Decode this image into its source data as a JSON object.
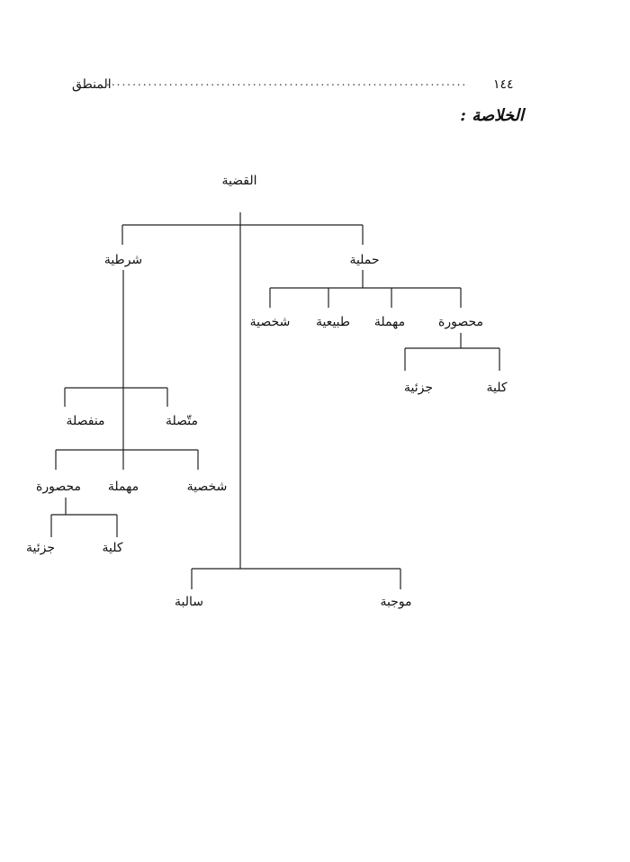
{
  "header": {
    "book_title": "المنطق",
    "page_number": "١٤٤",
    "leader": "....................................................................."
  },
  "section_title": "الخلاصة :",
  "tree": {
    "root": "القضية",
    "hamliya": "حملية",
    "hamliya_children": {
      "shakhsiya": "شخصية",
      "tabiiya": "طبيعية",
      "muhmala": "مهملة",
      "mahsura": "محصورة"
    },
    "hamliya_mahsura_children": {
      "juziya": "جزئية",
      "kulliya": "كلية"
    },
    "shartiya": "شرطية",
    "shartiya_types": {
      "munfasila": "منفصلة",
      "muttasila": "متّصلة"
    },
    "shartiya_children": {
      "mahsura": "محصورة",
      "muhmala": "مهملة",
      "shakhsiya": "شخصية"
    },
    "shartiya_mahsura_children": {
      "juziya": "جزئية",
      "kulliya": "كلية"
    },
    "quality": {
      "saliba": "سالبة",
      "mujiba": "موجبة"
    }
  }
}
